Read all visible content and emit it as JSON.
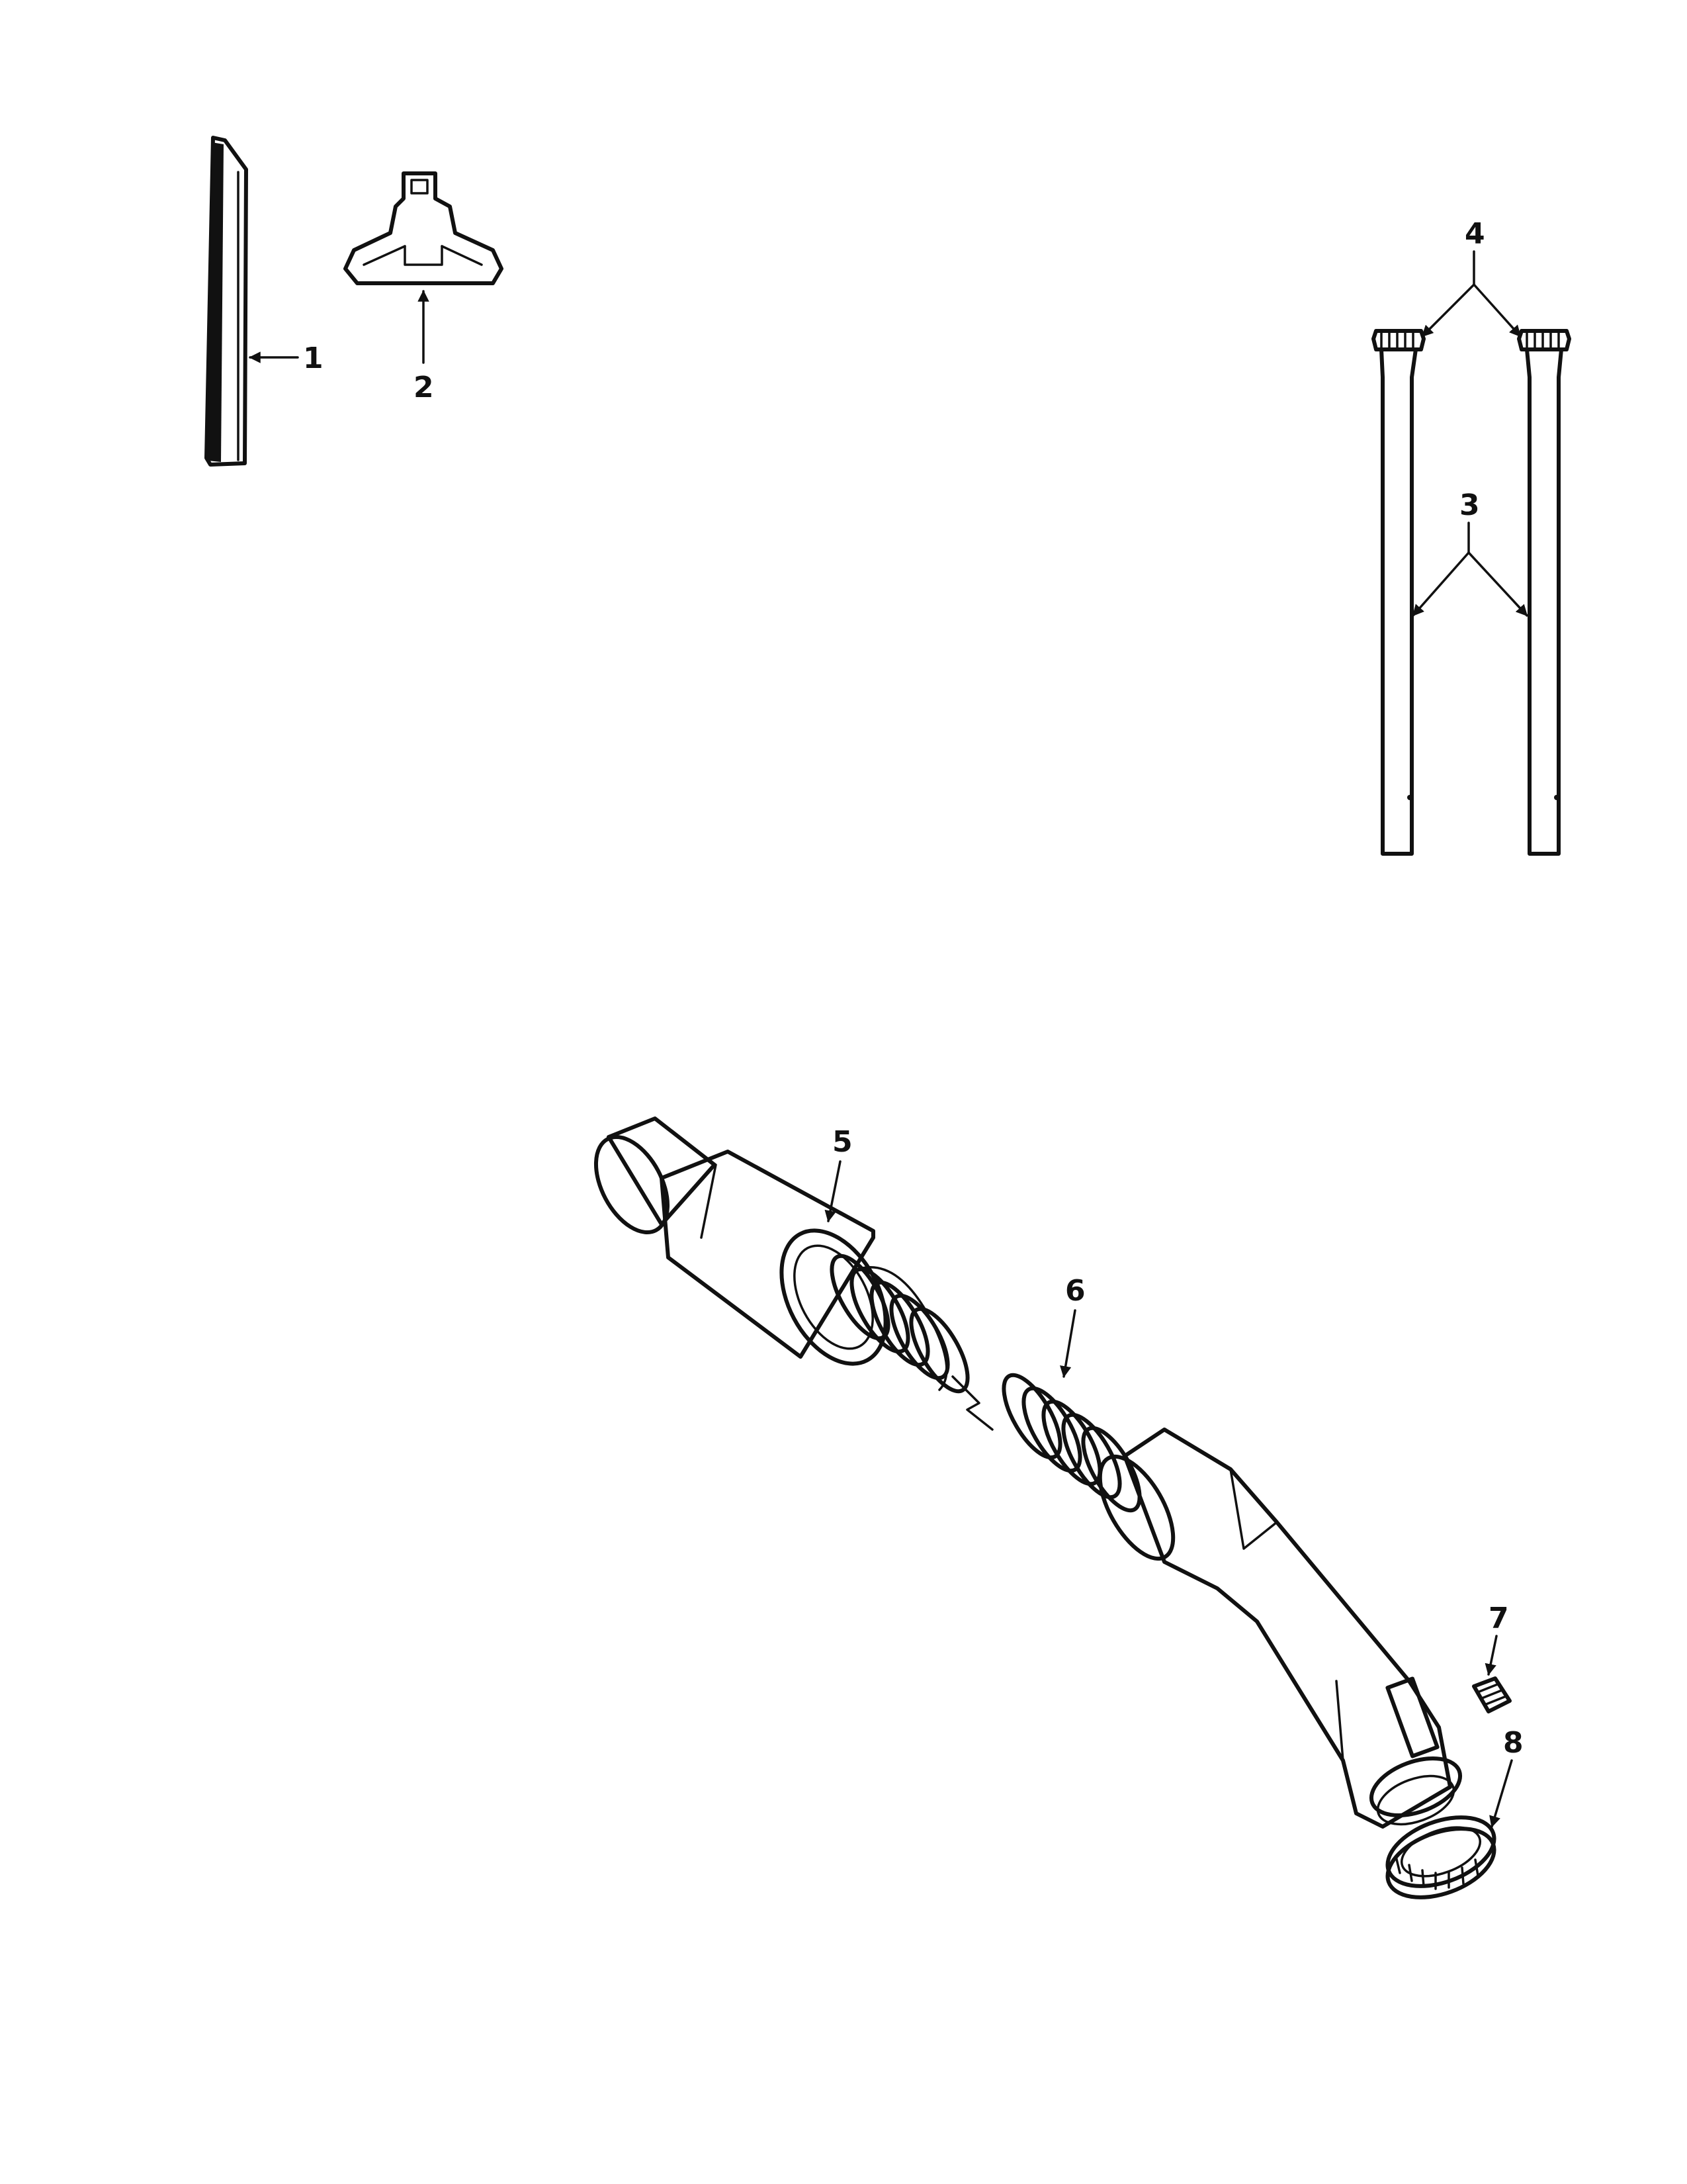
{
  "callouts": {
    "part_1": "1",
    "part_2": "2",
    "part_3": "3",
    "part_4": "4",
    "part_5": "5",
    "part_6": "6",
    "part_7": "7",
    "part_8": "8"
  },
  "colors": {
    "ink": "#111111",
    "paper": "#ffffff"
  }
}
